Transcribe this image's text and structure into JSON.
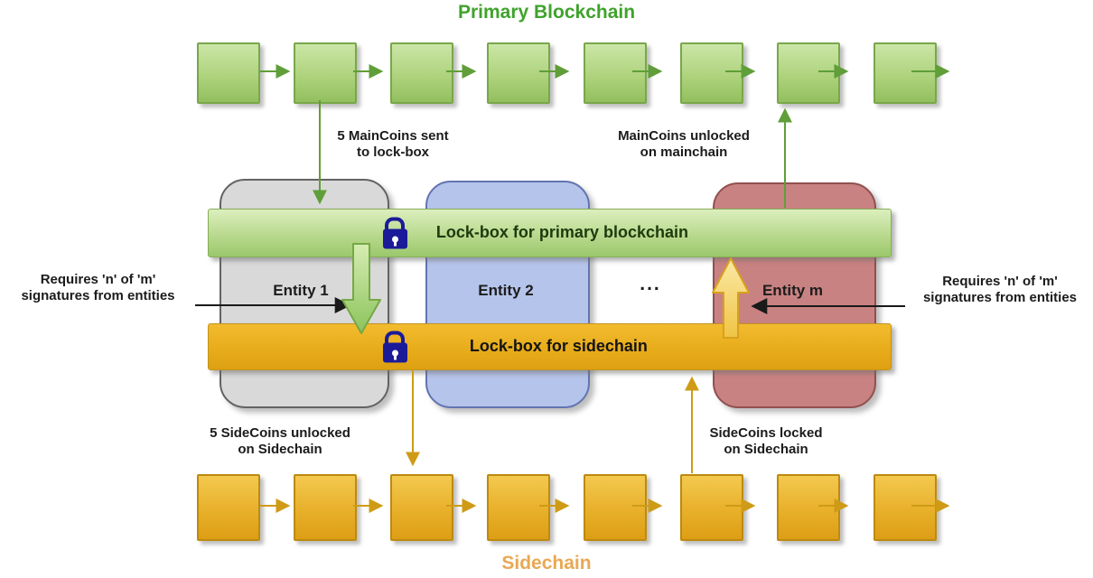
{
  "titles": {
    "primary": "Primary Blockchain",
    "sidechain": "Sidechain"
  },
  "chains": {
    "primary": {
      "name": "Primary Blockchain",
      "block_count": 8
    },
    "sidechain": {
      "name": "Sidechain",
      "block_count": 8
    }
  },
  "lockboxes": {
    "primary": {
      "label": "Lock-box for primary blockchain"
    },
    "sidechain": {
      "label": "Lock-box for sidechain"
    }
  },
  "entities": {
    "first": "Entity 1",
    "second": "Entity 2",
    "ellipsis": "...",
    "last": "Entity m"
  },
  "annotations": {
    "maincoins_sent": {
      "line1": "5 MainCoins sent",
      "line2": "to lock-box"
    },
    "maincoins_unlocked": {
      "line1": "MainCoins unlocked",
      "line2": "on mainchain"
    },
    "requires_left": {
      "line1": "Requires 'n' of 'm'",
      "line2": "signatures from entities"
    },
    "requires_right": {
      "line1": "Requires 'n' of 'm'",
      "line2": "signatures from entities"
    },
    "sidecoins_unlocked": {
      "line1": "5 SideCoins unlocked",
      "line2": "on Sidechain"
    },
    "sidecoins_locked": {
      "line1": "SideCoins locked",
      "line2": "on Sidechain"
    }
  },
  "icons": {
    "lock": "lock-icon"
  },
  "colors": {
    "primary_title_green": "#3fa32b",
    "sidechain_title_orange": "#e9a853",
    "lock_navy": "#1b1b99",
    "green_block_border": "#79a74b",
    "orange_block_border": "#bd8a10",
    "green_arrow": "#5f9e38",
    "orange_arrow": "#cf9b17",
    "annotation_text": "#1b1b1b"
  }
}
